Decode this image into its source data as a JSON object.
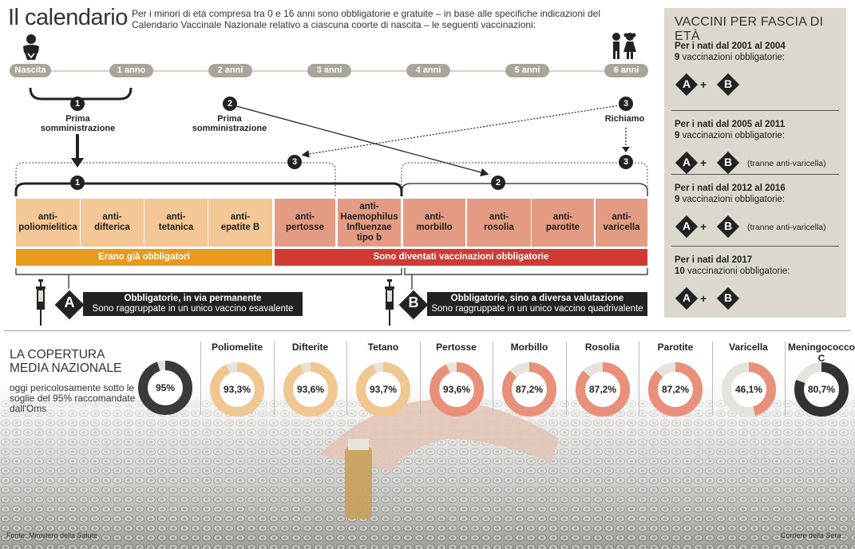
{
  "title": "Il calendario",
  "intro": "Per i minori di età compresa tra 0 e 16 anni sono obbligatorie e gratuite – in base alle specifiche indicazioni del Calendario Vaccinale Nazionale relativo a ciascuna coorte di nascita – le seguenti vaccinazioni:",
  "timeline": [
    "Nascita",
    "1 anno",
    "2 anni",
    "3 anni",
    "4 anni",
    "5 anni",
    "6 anni"
  ],
  "steps": {
    "first": "Prima somministrazione",
    "second": "Prima somministrazione",
    "booster": "Richiamo",
    "n1": "1",
    "n2": "2",
    "n3": "3"
  },
  "vaccines": [
    {
      "name": "anti-poliomielitica",
      "line1": "anti-",
      "line2": "poliomielitica"
    },
    {
      "name": "anti-difterica",
      "line1": "anti-",
      "line2": "difterica"
    },
    {
      "name": "anti-tetanica",
      "line1": "anti-",
      "line2": "tetanica"
    },
    {
      "name": "anti-epatite B",
      "line1": "anti-",
      "line2": "epatite B"
    },
    {
      "name": "anti-pertosse",
      "line1": "anti-",
      "line2": "pertosse"
    },
    {
      "name": "anti-Haemophilus Influenzae tipo b",
      "line1": "anti-",
      "line2": "Haemophilus",
      "line3": "Influenzae",
      "line4": "tipo b"
    },
    {
      "name": "anti-morbillo",
      "line1": "anti-",
      "line2": "morbillo"
    },
    {
      "name": "anti-rosolia",
      "line1": "anti-",
      "line2": "rosolia"
    },
    {
      "name": "anti-parotite",
      "line1": "anti-",
      "line2": "parotite"
    },
    {
      "name": "anti-varicella",
      "line1": "anti-",
      "line2": "varicella"
    }
  ],
  "bars": {
    "already": "Erano già obbligatori",
    "new": "Sono diventati vaccinazioni obbligatorie"
  },
  "groups": {
    "A": {
      "letter": "A",
      "line1": "Obbligatorie, in via permanente",
      "line2": "Sono raggruppate in un unico vaccino esavalente"
    },
    "B": {
      "letter": "B",
      "line1": "Obbligatorie, sino a diversa valutazione",
      "line2": "Sono raggruppate in un unico vaccino quadrivalente"
    }
  },
  "sidebar": {
    "title": "VACCINI PER FASCIA DI ETÀ",
    "sections": [
      {
        "heading": "Per i nati dal 2001 al 2004",
        "count": "9",
        "sub": " vaccinazioni obbligatorie:",
        "note": ""
      },
      {
        "heading": "Per i nati dal 2005 al 2011",
        "count": "9",
        "sub": " vaccinazioni obbligatorie:",
        "note": "(tranne anti-varicella)"
      },
      {
        "heading": "Per i nati dal 2012 al 2016",
        "count": "9",
        "sub": " vaccinazioni obbligatorie:",
        "note": "(tranne anti-varicella)"
      },
      {
        "heading": "Per i nati dal 2017",
        "count": "10",
        "sub": " vaccinazioni obbligatorie:",
        "note": ""
      }
    ],
    "plus": "+"
  },
  "coverage": {
    "title_line1": "LA COPERTURA",
    "title_line2": "MEDIA NAZIONALE",
    "subtitle": "oggi pericolosamente sotto le soglie del 95% raccomandate dall'Oms",
    "threshold_label": "95%"
  },
  "chart_data": {
    "type": "pie",
    "title": "LA COPERTURA MEDIA NAZIONALE",
    "categories": [
      "Poliomelite",
      "Difterite",
      "Tetano",
      "Pertosse",
      "Morbillo",
      "Rosolia",
      "Parotite",
      "Varicella",
      "Meningococco C"
    ],
    "values": [
      93.3,
      93.6,
      93.7,
      93.6,
      87.2,
      87.2,
      87.2,
      46.1,
      80.7
    ],
    "labels": [
      "93,3%",
      "93,6%",
      "93,7%",
      "93,6%",
      "87,2%",
      "87,2%",
      "87,2%",
      "46,1%",
      "80,7%"
    ],
    "colors": [
      "#f0c790",
      "#f0c790",
      "#f0c790",
      "#e8907a",
      "#e8907a",
      "#e8907a",
      "#e8907a",
      "#e8907a",
      "#333333"
    ],
    "threshold": 95
  },
  "colors": {
    "orange": "#e89a1e",
    "red": "#cf3b32",
    "peach": "#f3c796",
    "salmon": "#e49b83",
    "dark": "#222222",
    "pill": "#aaa59a"
  },
  "footer": {
    "source": "Fonte: Ministero della Salute",
    "credit": "Corriere della Sera"
  }
}
